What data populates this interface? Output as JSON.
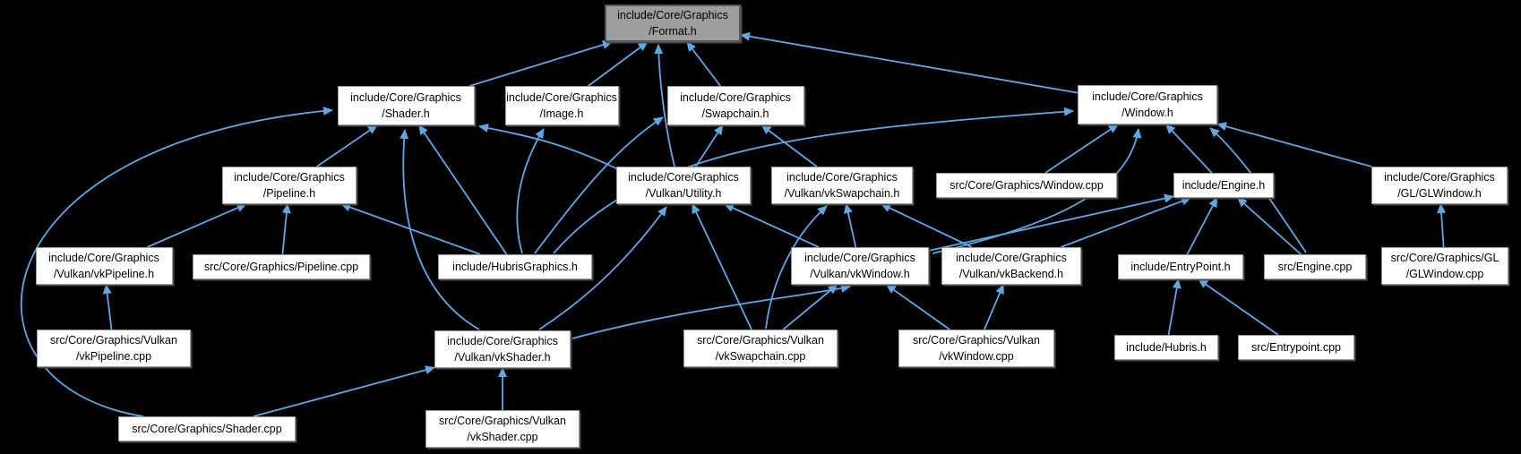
{
  "diagram": {
    "kind": "include-dependency-graph",
    "background_color": "#000000",
    "edge_color": "#5fa8e8",
    "node_fill": "#ffffff",
    "root_node_fill": "#9e9e9e",
    "root": "format",
    "nodes": [
      {
        "id": "format",
        "label": "include/Core/Graphics\n/Format.h",
        "role": "root"
      },
      {
        "id": "shader_h",
        "label": "include/Core/Graphics\n/Shader.h",
        "role": "header"
      },
      {
        "id": "image_h",
        "label": "include/Core/Graphics\n/Image.h",
        "role": "header"
      },
      {
        "id": "swapchain_h",
        "label": "include/Core/Graphics\n/Swapchain.h",
        "role": "header"
      },
      {
        "id": "window_h",
        "label": "include/Core/Graphics\n/Window.h",
        "role": "header"
      },
      {
        "id": "pipeline_h",
        "label": "include/Core/Graphics\n/Pipeline.h",
        "role": "header"
      },
      {
        "id": "utility_h",
        "label": "include/Core/Graphics\n/Vulkan/Utility.h",
        "role": "header"
      },
      {
        "id": "vkswapchain_h",
        "label": "include/Core/Graphics\n/Vulkan/vkSwapchain.h",
        "role": "header"
      },
      {
        "id": "window_cpp",
        "label": "src/Core/Graphics/Window.cpp",
        "role": "source"
      },
      {
        "id": "engine_h",
        "label": "include/Engine.h",
        "role": "header"
      },
      {
        "id": "glwindow_h",
        "label": "include/Core/Graphics\n/GL/GLWindow.h",
        "role": "header"
      },
      {
        "id": "vkpipeline_h",
        "label": "include/Core/Graphics\n/Vulkan/vkPipeline.h",
        "role": "header"
      },
      {
        "id": "pipeline_cpp",
        "label": "src/Core/Graphics/Pipeline.cpp",
        "role": "source"
      },
      {
        "id": "hubrisgraphics_h",
        "label": "include/HubrisGraphics.h",
        "role": "header"
      },
      {
        "id": "vkwindow_h",
        "label": "include/Core/Graphics\n/Vulkan/vkWindow.h",
        "role": "header"
      },
      {
        "id": "vkbackend_h",
        "label": "include/Core/Graphics\n/Vulkan/vkBackend.h",
        "role": "header"
      },
      {
        "id": "entrypoint_h",
        "label": "include/EntryPoint.h",
        "role": "header"
      },
      {
        "id": "engine_cpp",
        "label": "src/Engine.cpp",
        "role": "source"
      },
      {
        "id": "glwindow_cpp",
        "label": "src/Core/Graphics/GL\n/GLWindow.cpp",
        "role": "source"
      },
      {
        "id": "vkpipeline_cpp",
        "label": "src/Core/Graphics/Vulkan\n/vkPipeline.cpp",
        "role": "source"
      },
      {
        "id": "vkshader_h",
        "label": "include/Core/Graphics\n/Vulkan/vkShader.h",
        "role": "header"
      },
      {
        "id": "vkswapchain_cpp",
        "label": "src/Core/Graphics/Vulkan\n/vkSwapchain.cpp",
        "role": "source"
      },
      {
        "id": "vkwindow_cpp",
        "label": "src/Core/Graphics/Vulkan\n/vkWindow.cpp",
        "role": "source"
      },
      {
        "id": "hubris_h",
        "label": "include/Hubris.h",
        "role": "header"
      },
      {
        "id": "entrypoint_cpp",
        "label": "src/Entrypoint.cpp",
        "role": "source"
      },
      {
        "id": "shader_cpp",
        "label": "src/Core/Graphics/Shader.cpp",
        "role": "source"
      },
      {
        "id": "vkshader_cpp",
        "label": "src/Core/Graphics/Vulkan\n/vkShader.cpp",
        "role": "source"
      }
    ],
    "edges": [
      {
        "from": "shader_h",
        "to": "format"
      },
      {
        "from": "image_h",
        "to": "format"
      },
      {
        "from": "utility_h",
        "to": "format"
      },
      {
        "from": "swapchain_h",
        "to": "format"
      },
      {
        "from": "window_h",
        "to": "format"
      },
      {
        "from": "pipeline_h",
        "to": "shader_h"
      },
      {
        "from": "hubrisgraphics_h",
        "to": "shader_h"
      },
      {
        "from": "vkshader_h",
        "to": "shader_h"
      },
      {
        "from": "shader_cpp",
        "to": "shader_h"
      },
      {
        "from": "utility_h",
        "to": "shader_h"
      },
      {
        "from": "hubrisgraphics_h",
        "to": "image_h"
      },
      {
        "from": "utility_h",
        "to": "swapchain_h"
      },
      {
        "from": "hubrisgraphics_h",
        "to": "swapchain_h"
      },
      {
        "from": "vkswapchain_h",
        "to": "swapchain_h"
      },
      {
        "from": "hubrisgraphics_h",
        "to": "window_h"
      },
      {
        "from": "window_cpp",
        "to": "window_h"
      },
      {
        "from": "vkwindow_h",
        "to": "window_h"
      },
      {
        "from": "engine_h",
        "to": "window_h"
      },
      {
        "from": "engine_cpp",
        "to": "window_h"
      },
      {
        "from": "glwindow_h",
        "to": "window_h"
      },
      {
        "from": "vkpipeline_h",
        "to": "pipeline_h"
      },
      {
        "from": "pipeline_cpp",
        "to": "pipeline_h"
      },
      {
        "from": "hubrisgraphics_h",
        "to": "pipeline_h"
      },
      {
        "from": "vkshader_h",
        "to": "utility_h"
      },
      {
        "from": "vkswapchain_cpp",
        "to": "utility_h"
      },
      {
        "from": "vkwindow_h",
        "to": "utility_h"
      },
      {
        "from": "vkswapchain_cpp",
        "to": "vkswapchain_h"
      },
      {
        "from": "vkwindow_h",
        "to": "vkswapchain_h"
      },
      {
        "from": "vkbackend_h",
        "to": "vkswapchain_h"
      },
      {
        "from": "vkpipeline_cpp",
        "to": "vkpipeline_h"
      },
      {
        "from": "shader_cpp",
        "to": "vkshader_h"
      },
      {
        "from": "vkshader_cpp",
        "to": "vkshader_h"
      },
      {
        "from": "vkswapchain_cpp",
        "to": "vkwindow_h"
      },
      {
        "from": "vkwindow_cpp",
        "to": "vkwindow_h"
      },
      {
        "from": "vkshader_h",
        "to": "vkwindow_h"
      },
      {
        "from": "vkwindow_cpp",
        "to": "vkbackend_h"
      },
      {
        "from": "entrypoint_h",
        "to": "engine_h"
      },
      {
        "from": "engine_cpp",
        "to": "engine_h"
      },
      {
        "from": "vkwindow_h",
        "to": "engine_h"
      },
      {
        "from": "vkbackend_h",
        "to": "engine_h"
      },
      {
        "from": "hubris_h",
        "to": "entrypoint_h"
      },
      {
        "from": "entrypoint_cpp",
        "to": "entrypoint_h"
      },
      {
        "from": "glwindow_cpp",
        "to": "glwindow_h"
      }
    ]
  }
}
